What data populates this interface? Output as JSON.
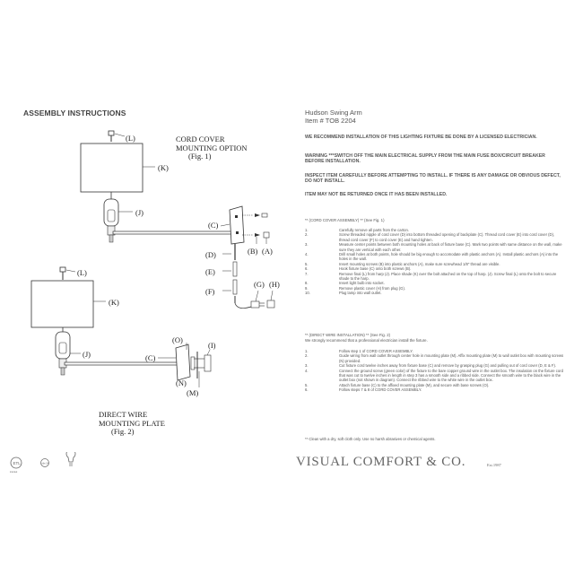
{
  "left": {
    "title": "ASSEMBLY INSTRUCTIONS",
    "fig1": {
      "caption_line1": "CORD COVER",
      "caption_line2": "MOUNTING OPTION",
      "caption_line3": "(Fig. 1)",
      "labels": {
        "L": "(L)",
        "K": "(K)",
        "J": "(J)",
        "C": "(C)",
        "D": "(D)",
        "E": "(E)",
        "F": "(F)",
        "B": "(B)",
        "A": "(A)",
        "G": "(G)",
        "H": "(H)"
      }
    },
    "fig2": {
      "caption_line1": "DIRECT WIRE",
      "caption_line2": "MOUNTING PLATE",
      "caption_line3": "(Fig. 2)",
      "labels": {
        "L": "(L)",
        "K": "(K)",
        "J": "(J)",
        "C": "(C)",
        "O": "(O)",
        "I": "(I)",
        "M": "(M)",
        "N": "(N)"
      }
    },
    "logos": {
      "cert1": "intertek",
      "cert2": "title 24"
    }
  },
  "right": {
    "product_name": "Hudson Swing Arm",
    "item_number": "Item # TOB 2204",
    "warnings": [
      "WE RECOMMEND INSTALLATION OF THIS LIGHTING FIXTURE BE DONE BY A LICENSED ELECTRICIAN.",
      "WARNING ***SWITCH OFF THE MAIN ELECTRICAL SUPPLY FROM THE MAIN FUSE BOX/CIRCUIT BREAKER BEFORE INSTALLATION.",
      "INSPECT ITEM CAREFULLY BEFORE ATTEMPTING TO INSTALL. IF THERE IS ANY DAMAGE OR OBVIOUS DEFECT, DO NOT INSTALL.",
      "ITEM MAY NOT BE RETURNED ONCE IT HAS BEEN INSTALLED."
    ],
    "section1_title": "** (CORD COVER ASSEMBLY) **          (See Fig. 1)",
    "section1_steps": [
      {
        "n": "1.",
        "t": "Carefully remove all parts from the carton."
      },
      {
        "n": "2.",
        "t": "Screw threaded nipple of cord cover (D) into bottom threaded opening of backplate (C). Thread cord cover (E) into cord cover (D), thread cord cover (F) to cord cover (E) and hand tighten."
      },
      {
        "n": "3.",
        "t": "Measure center points between both mounting holes at back of fixture base (C). Mark two points with same distance on the wall, make sure they are vertical with each other."
      },
      {
        "n": "4.",
        "t": "Drill small holes at both points, hole should be big enough to accomodate with plastic anchors (A). Install plastic anchors (A) into the holes in the wall."
      },
      {
        "n": "5.",
        "t": "Insert mounting screws (B) into plastic anchors (A), make sure screwhead 1/8\" thread are visible."
      },
      {
        "n": "6.",
        "t": "Hook fixture base (C) onto both screws (B)."
      },
      {
        "n": "7.",
        "t": "Remove final (L) from harp (J). Place shade (K) over the bolt attached on the top of harp. (J). Screw final (L) onto the bolt to secure shade to the harp."
      },
      {
        "n": "8.",
        "t": "Insert light bulb into socket."
      },
      {
        "n": "9.",
        "t": "Remove plastic cover (H) from plug (G)."
      },
      {
        "n": "10.",
        "t": "Plug lamp into wall outlet."
      }
    ],
    "section2_title": "** (DIRECT WIRE INSTALLATION) **          (See Fig. 2)",
    "section2_intro": "We strongly recommend that a professional electrician install the fixture.",
    "section2_steps": [
      {
        "n": "1.",
        "t": "Follow step 1 of CORD COVER ASSEMBLY."
      },
      {
        "n": "2.",
        "t": "Guide wiring from wall outlet through center hole in mounting plate (M). Affix mounting plate (M) to wall outlet box with mounting screws (N) provided."
      },
      {
        "n": "3.",
        "t": "Cut fixture cord twelve inches away from fixture base (C) and remove by grasping plug (G) and pulling out of cord cover (D, E & F)."
      },
      {
        "n": "4.",
        "t": "Connect the ground screw (green color) of the fixture to the bare copper ground wire in the outlet box. The insulation on the fixture cord that was cut to twelve inches in length in step 3 has a smooth side and a ribbed side. Connect the smooth wire to the black wire in the outlet box (not shown in diagram). Connect the ribbed wire to the white wire in the outlet box."
      },
      {
        "n": "5.",
        "t": "Attach fixture base (C) to the affixed mounting plate (M), and secure with base screws (O)."
      },
      {
        "n": "6.",
        "t": "Follow steps 7 & 8 of CORD COVER ASSEMBLY."
      }
    ],
    "cleaning_note": "** Clean with a dry, soft cloth only. Use no harsh abrasives or chemical agents.",
    "brand": "VISUAL COMFORT & CO.",
    "brand_est": "Est.1987"
  }
}
